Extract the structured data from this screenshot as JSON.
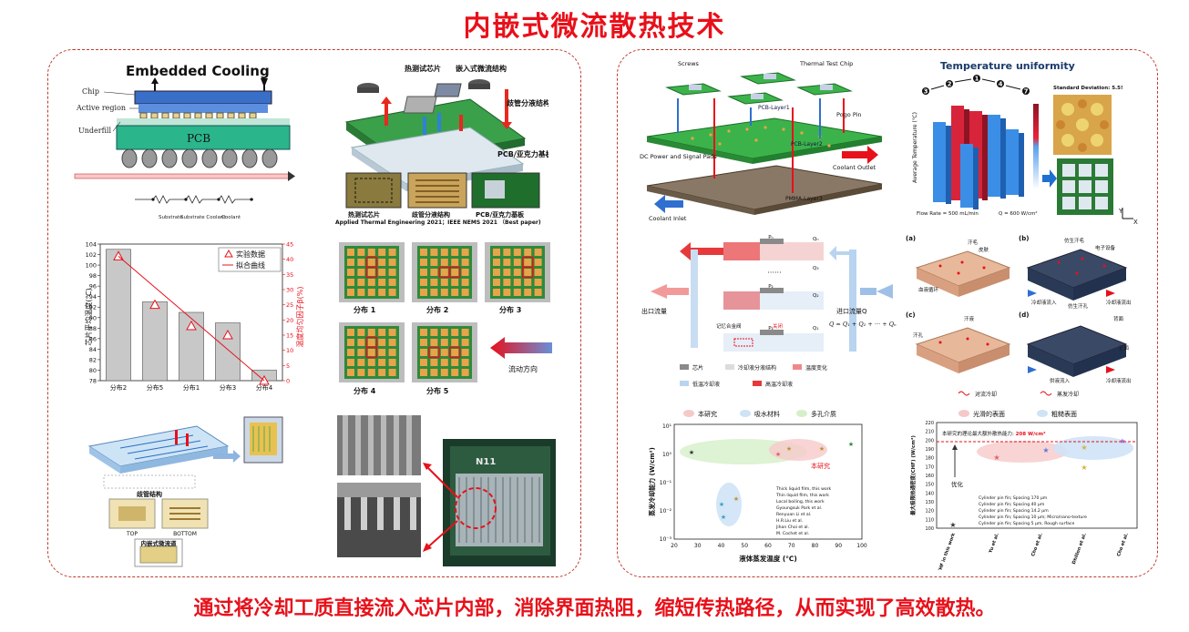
{
  "page": {
    "title": "内嵌式微流散热技术",
    "footer": "通过将冷却工质直接流入芯片内部，消除界面热阻，缩短传热路径，从而实现了高效散热。"
  },
  "fig_embedded": {
    "title": "Embedded Cooling",
    "labels": [
      "Chip",
      "Active region",
      "Underfill",
      "PCB"
    ],
    "res_labels": [
      "Substrate",
      "Substrate Coolant",
      "Coolant"
    ]
  },
  "fig_structure": {
    "labels": [
      "热测试芯片",
      "嵌入式微流结构",
      "歧管分液结构",
      "PCB/亚克力基板"
    ],
    "photo_labels": [
      "热测试芯片",
      "歧管分液结构",
      "PCB/亚克力基板"
    ],
    "citation": "Applied Thermal Engineering 2021；IEEE NEMS 2021 （Best paper)"
  },
  "chart_data": {
    "type": "bar",
    "categories": [
      "分布2",
      "分布5",
      "分布1",
      "分布3",
      "分布4"
    ],
    "series": [
      {
        "name": "实验数据",
        "values": [
          103,
          93,
          91,
          89,
          80
        ]
      },
      {
        "name": "拟合曲线",
        "values": [
          41,
          25,
          18,
          15,
          0
        ]
      }
    ],
    "ylabel": "芯片平均温度(℃)",
    "y2label": "温度均匀因子β(%)",
    "ylim": [
      78,
      104
    ],
    "y2lim": [
      0,
      45
    ],
    "yticks": [
      78,
      80,
      82,
      84,
      86,
      88,
      90,
      92,
      94,
      96,
      98,
      100,
      102,
      104
    ],
    "y2ticks": [
      0,
      5,
      10,
      15,
      20,
      25,
      30,
      35,
      40,
      45
    ],
    "legend": "top-right"
  },
  "fig_distributions": {
    "labels": [
      "分布 1",
      "分布 2",
      "分布 3",
      "分布 4",
      "分布 5"
    ],
    "flow_label": "流动方向"
  },
  "fig_manifold": {
    "labels": [
      "歧管结构",
      "TOP",
      "BOTTOM",
      "内嵌式微流道"
    ]
  },
  "fig_sem": {
    "chip_text": "N11"
  },
  "fig_layers": {
    "labels": [
      "Screws",
      "Thermal Test Chip",
      "PCB-Layer1",
      "Pogo Pin",
      "PCB-Layer2",
      "DC Power and Signal Pads",
      "Coolant Outlet",
      "PMMA-Layer3",
      "Coolant Inlet"
    ]
  },
  "fig_uniformity": {
    "title": "Temperature uniformity",
    "numbers": [
      "3",
      "2",
      "1",
      "4",
      "7"
    ],
    "std_dev": "Standard Deviation: 5.5!",
    "ylabel": "Average Temperature (℃)",
    "flow_rate": "Flow Rate = 500 mL/min",
    "heat_flux": "Q = 600 W/cm²",
    "axes": [
      "Y",
      "X"
    ]
  },
  "fig_schematic": {
    "outlet": "出口流量",
    "inlet": "进口流量Q",
    "equation": "Q = Q₁ + Q₂ + ··· + Qₙ",
    "p_labels": [
      "Pₙ",
      "P₂",
      "P₁"
    ],
    "q_labels": [
      "Qₙ",
      "Q₃",
      "Q₂",
      "Q₁"
    ],
    "dots": "······",
    "valve": "记忆合金阀",
    "closed": "关闭",
    "legend": [
      "芯片",
      "冷却液分液结构",
      "温度变化",
      "低温冷却液",
      "高温冷却液"
    ]
  },
  "fig_bio": {
    "panels": [
      "(a)",
      "(b)",
      "(c)",
      "(d)"
    ],
    "labels": [
      "汗毛",
      "皮肤",
      "血液循环",
      "仿生汗毛",
      "电子设备",
      "冷却液流入",
      "仿生汗孔",
      "冷却液流出",
      "汗液",
      "汗孔",
      "背面",
      "正面",
      "供液流入",
      "冷却液流出"
    ],
    "legend": [
      "对流冷却",
      "蒸发冷却"
    ]
  },
  "chart_evap": {
    "legend_top": [
      "本研究",
      "吸水材料",
      "多孔介质"
    ],
    "ylabel": "蒸发冷却能力 (W/cm²)",
    "xlabel": "液体蒸发温度 (℃)",
    "xticks": [
      "20",
      "30",
      "40",
      "50",
      "60",
      "70",
      "80",
      "90",
      "100"
    ],
    "yticks": [
      "10⁻³",
      "10⁻²",
      "10⁻¹",
      "10⁰",
      "10¹"
    ],
    "annotation": "本研究",
    "entries": [
      "Thick liquid film, this work",
      "Thin liquid film, this work",
      "Local boiling, this work",
      "Gyoungsuk Park et al.",
      "Renyuan Li et al.",
      "H.R.Liu et al.",
      "Jihan Choi et al.",
      "M. Cochet et al."
    ]
  },
  "chart_chf": {
    "legend_top": [
      "光滑的表面",
      "粗糙表面"
    ],
    "ylabel": "最大极限热通密度(CHF) (W/cm²)",
    "annotation_prefix": "本研究的理论最大额外散热能力: ",
    "annotation_value": "208 W/cm²",
    "opt": "优化",
    "yticks": [
      "100",
      "110",
      "120",
      "130",
      "140",
      "150",
      "160",
      "170",
      "180",
      "190",
      "200",
      "210",
      "220"
    ],
    "xlabels": [
      "The CHF in this work",
      "Yu et al.",
      "Cho et al.",
      "Dhillon et al.",
      "Cho et al."
    ],
    "entries": [
      "Cylinder pin fin; Spacing 170 μm",
      "Cylinder pin fin; Spacing 40 μm",
      "Cylinder pin fin; Spacing 14.2 μm",
      "Cylinder pin fin; Spacing 10 μm; Micro/nano-texture",
      "Cylinder pin fin; Spacing 5 μm, Rough surface"
    ]
  }
}
